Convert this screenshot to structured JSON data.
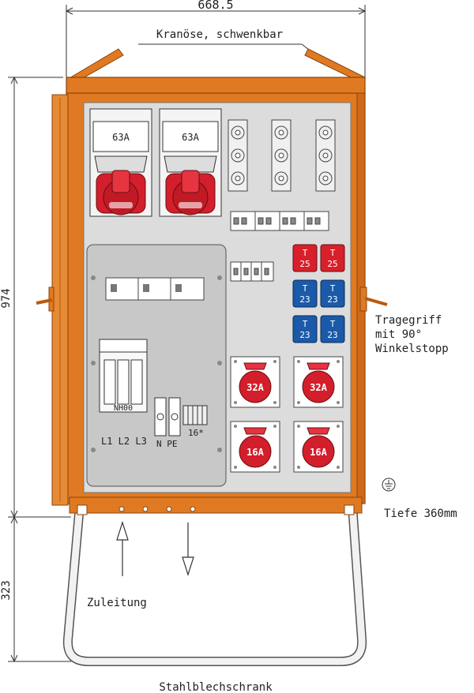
{
  "dimensions": {
    "width": "668.5",
    "height_cabinet": "974",
    "height_stand": "323"
  },
  "labels": {
    "eyebolt": "Kranöse, schwenkbar",
    "handle_line1": "Tragegriff",
    "handle_line2": "mit 90°",
    "handle_line3": "Winkelstopp",
    "depth": "Tiefe 360mm",
    "supply": "Zuleitung",
    "caption": "Stahlblechschrank",
    "fuse": "NH00",
    "phases": "L1 L2 L3",
    "n_pe": "N PE",
    "terminal_count": "16*"
  },
  "main_sockets": [
    "63A",
    "63A"
  ],
  "breakers": [
    {
      "t": "T",
      "val": "25",
      "color": "#d8202a"
    },
    {
      "t": "T",
      "val": "25",
      "color": "#d8202a"
    },
    {
      "t": "T",
      "val": "23",
      "color": "#1a5aa8"
    },
    {
      "t": "T",
      "val": "23",
      "color": "#1a5aa8"
    },
    {
      "t": "T",
      "val": "23",
      "color": "#1a5aa8"
    },
    {
      "t": "T",
      "val": "23",
      "color": "#1a5aa8"
    }
  ],
  "cee_sockets": [
    "32A",
    "32A",
    "16A",
    "16A"
  ],
  "colors": {
    "orange": "#e07a22",
    "orange_dark": "#b85a10",
    "panel": "#dcdcdc",
    "red": "#d21f2b",
    "blue": "#1a5aa8"
  }
}
